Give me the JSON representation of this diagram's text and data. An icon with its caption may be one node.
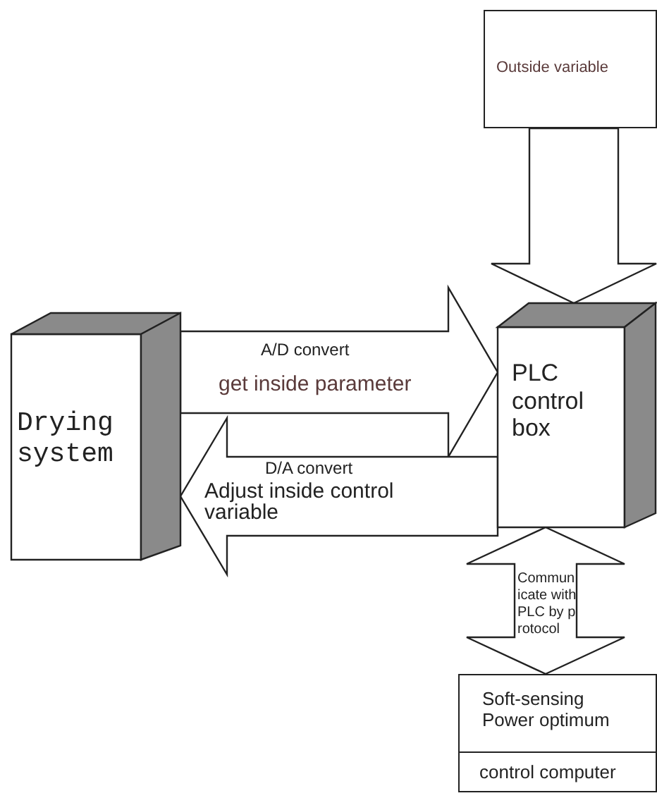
{
  "diagram": {
    "nodes": [
      {
        "text": [
          "Outside variable"
        ]
      },
      {
        "text": [
          "Drying system"
        ]
      },
      {
        "text": [
          "PLC control box"
        ]
      },
      {
        "text": [
          "Soft-sensing Power optimum",
          "control computer"
        ]
      }
    ],
    "edges": [
      {
        "from": 0,
        "to": 2,
        "arrow": "to"
      },
      {
        "from": 1,
        "to": 2,
        "arrow": "to",
        "label": "A/D convert"
      },
      {
        "from": 2,
        "to": 1,
        "arrow": "to",
        "label": "D/A convert"
      },
      {
        "from": 2,
        "to": 3,
        "arrow": "both",
        "label": "Communicate with PLC by protocol"
      }
    ],
    "labels": [
      "get inside parameter",
      "Adjust inside control variable"
    ]
  }
}
